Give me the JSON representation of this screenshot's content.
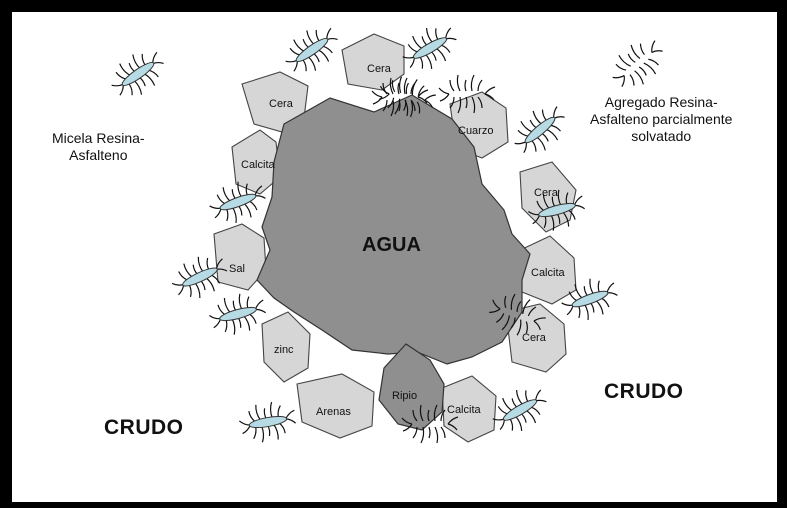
{
  "diagram": {
    "legend_micelle": "Micela Resina-\nAsfalteno",
    "legend_aggregate": "Agregado Resina-\nAsfalteno parcialmente\nsolvatado",
    "crudo_left": "CRUDO",
    "crudo_right": "CRUDO",
    "agua": "AGUA",
    "particles": [
      "Cera",
      "Cera",
      "Cuarzo",
      "Calcita",
      "Cera",
      "Calcita",
      "Sal",
      "Cera",
      "zinc",
      "Arenas",
      "Ripio",
      "Calcita"
    ],
    "colors": {
      "border": "#000000",
      "water": "#8f8f8f",
      "particle": "#d6d6d6",
      "ripio": "#8f8f8f",
      "micelle_core": "#b6dbe4"
    }
  }
}
